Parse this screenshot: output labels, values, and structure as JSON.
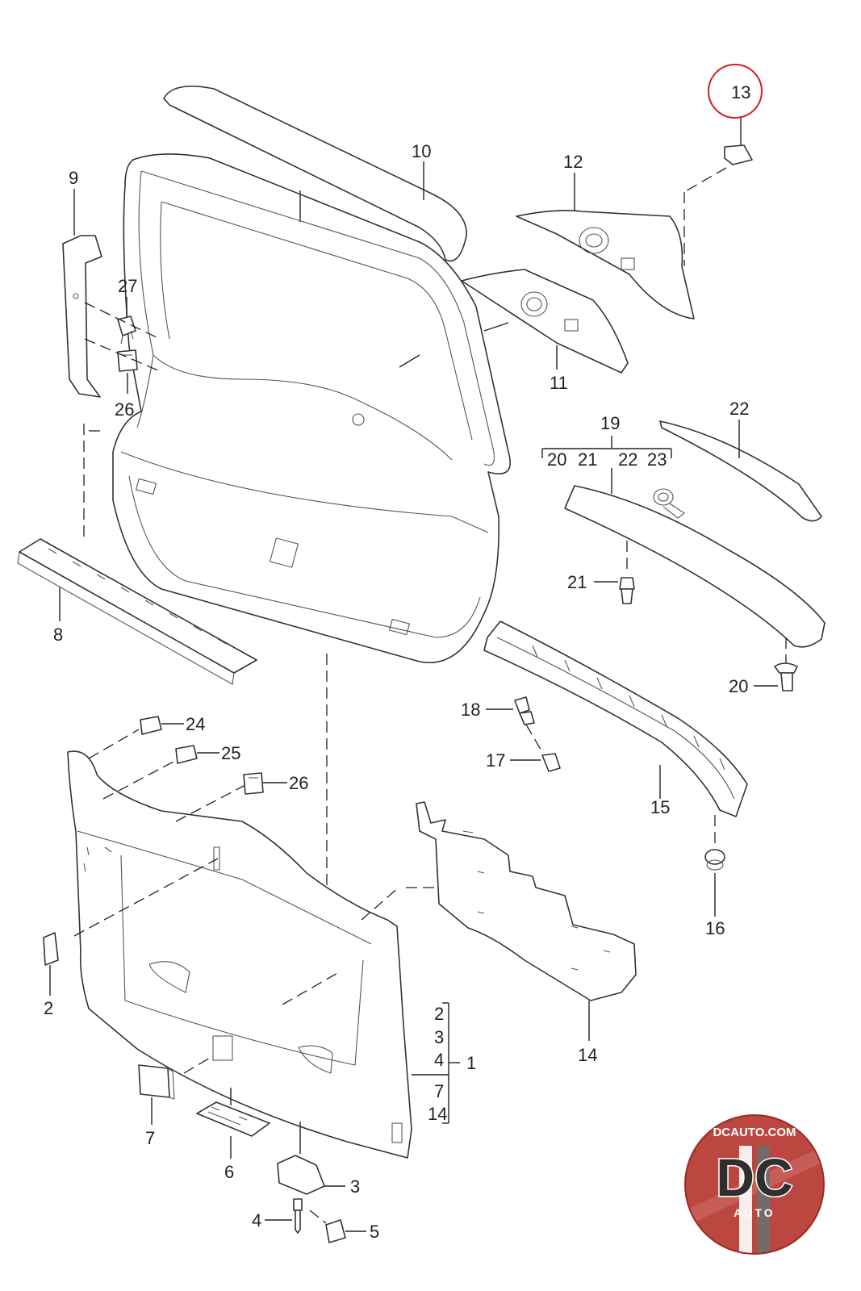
{
  "diagram": {
    "highlighted_part": "13",
    "callouts": {
      "c1": "1",
      "c2a": "2",
      "c2b": "2",
      "c3a": "3",
      "c3b": "3",
      "c4a": "4",
      "c4b": "4",
      "c5": "5",
      "c6": "6",
      "c7a": "7",
      "c7b": "7",
      "c8": "8",
      "c9": "9",
      "c10": "10",
      "c11": "11",
      "c12": "12",
      "c13": "13",
      "c14a": "14",
      "c14b": "14",
      "c15": "15",
      "c16": "16",
      "c17": "17",
      "c18": "18",
      "c19": "19",
      "c20a": "20",
      "c20b": "20",
      "c21a": "21",
      "c21b": "21",
      "c22a": "22",
      "c22b": "22",
      "c23": "23",
      "c24": "24",
      "c25": "25",
      "c26a": "26",
      "c26b": "26",
      "c27": "27"
    }
  },
  "watermark": {
    "site": "DCAUTO.COM",
    "logo_letters": "DC",
    "sub": "AUTO",
    "colors": {
      "red": "#c0342f",
      "gray": "#6e6e6e",
      "dark": "#2f2f2f"
    }
  },
  "colors": {
    "line": "#333333",
    "highlight_circle": "#d11f1f",
    "background": "#ffffff"
  }
}
